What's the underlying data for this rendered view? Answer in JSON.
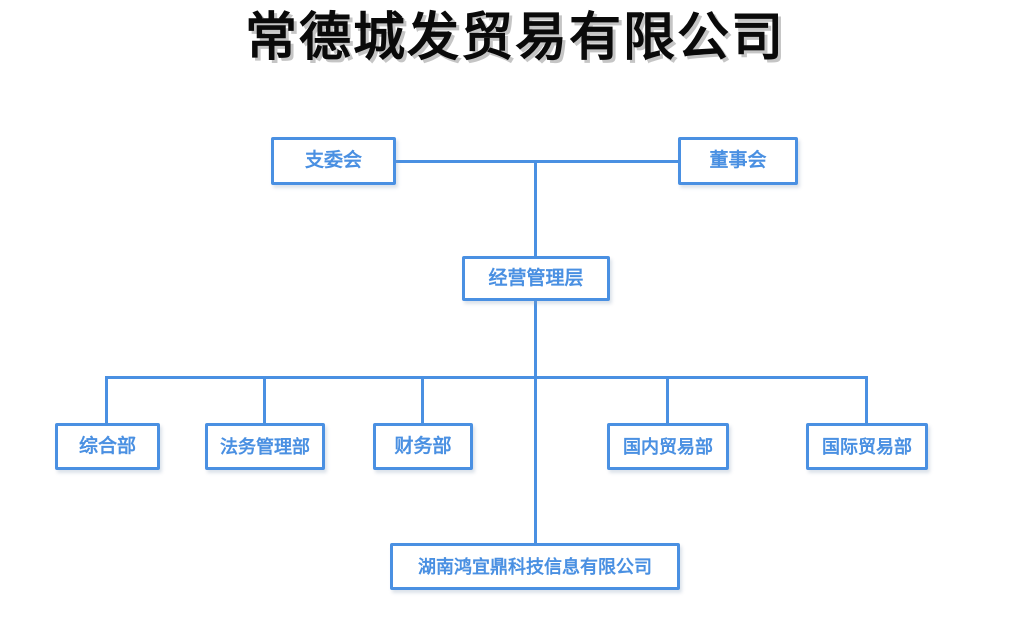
{
  "chart_title": "常德城发贸易有限公司",
  "theme": {
    "box_border": "#4a90e2",
    "line_color": "#4a90e2",
    "label_color": "#4a90e2",
    "title_color": "#0a0a0a",
    "background": "#ffffff"
  },
  "nodes": {
    "party_committee": "支委会",
    "board_of_directors": "董事会",
    "management": "经营管理层",
    "departments": [
      "综合部",
      "法务管理部",
      "财务部",
      "国内贸易部",
      "国际贸易部"
    ],
    "subsidiary": "湖南鸿宜鼎科技信息有限公司"
  }
}
